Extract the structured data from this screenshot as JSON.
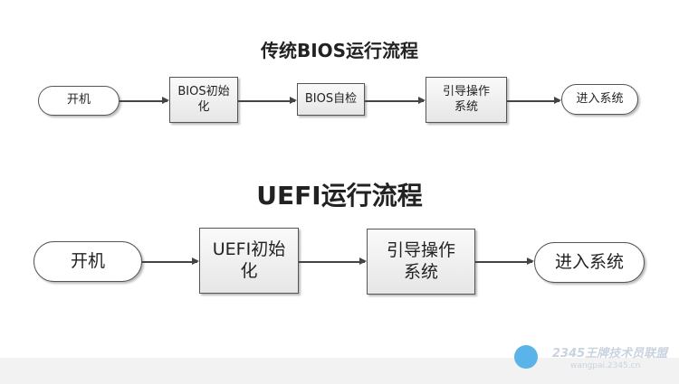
{
  "bios": {
    "title": "传统BIOS运行流程",
    "nodes": [
      "开机",
      "BIOS初始化",
      "BIOS自检",
      "引导操作系统",
      "进入系统"
    ]
  },
  "uefi": {
    "title": "UEFI运行流程",
    "nodes": [
      "开机",
      "UEFI初始化",
      "引导操作系统",
      "进入系统"
    ]
  },
  "watermark": {
    "name": "2345王牌技术员联盟",
    "url": "wangpai.2345.cn"
  }
}
